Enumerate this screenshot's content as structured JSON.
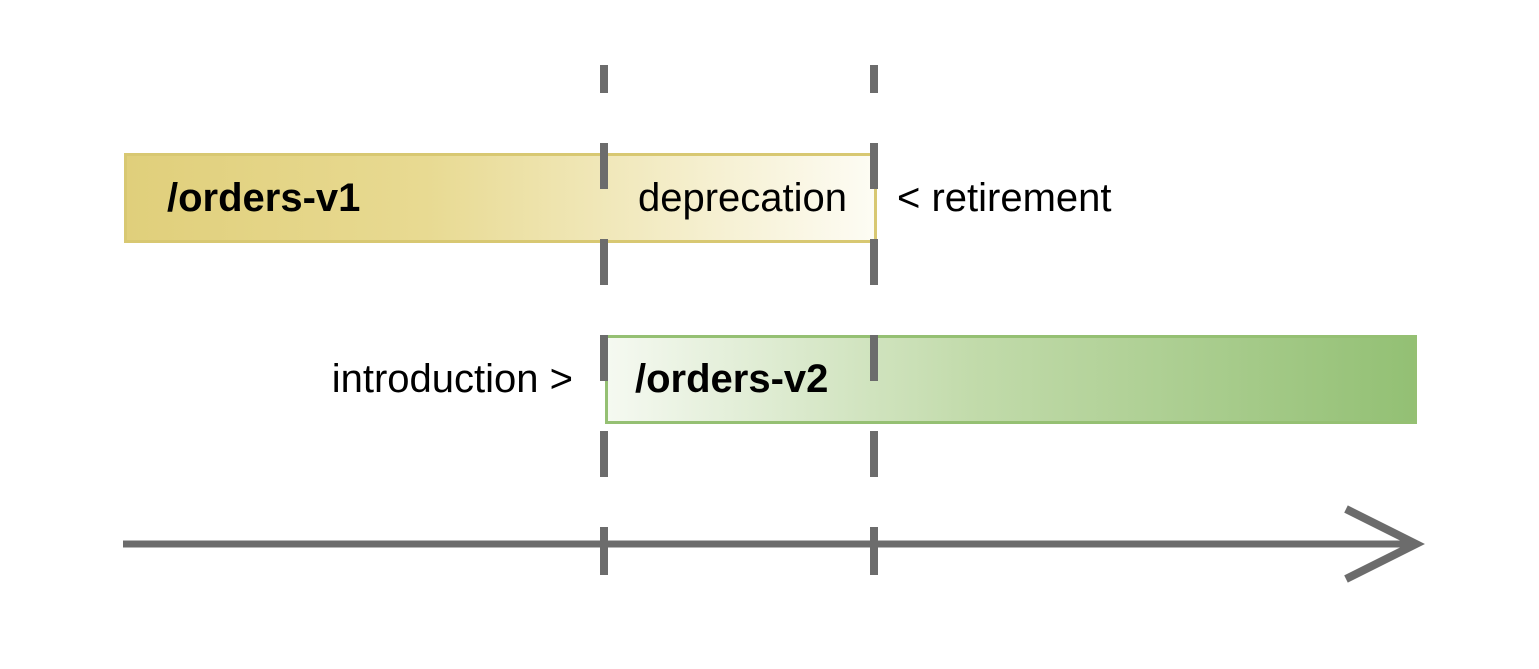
{
  "diagram": {
    "type": "api-version-lifecycle-timeline",
    "v1_bar": {
      "label": "/orders-v1",
      "phase_label": "deprecation"
    },
    "v2_bar": {
      "label": "/orders-v2"
    },
    "annotations": {
      "retirement": "< retirement",
      "introduction": "introduction >"
    },
    "colors": {
      "v1_fill_start": "#e0cf7b",
      "v1_fill_end": "#fdfcf4",
      "v1_border": "#d8c872",
      "v2_fill_start": "#f5f9f1",
      "v2_fill_end": "#93c074",
      "v2_border": "#95c073",
      "line_gray": "#6c6c6c",
      "text": "#000000",
      "background": "#ffffff"
    }
  }
}
